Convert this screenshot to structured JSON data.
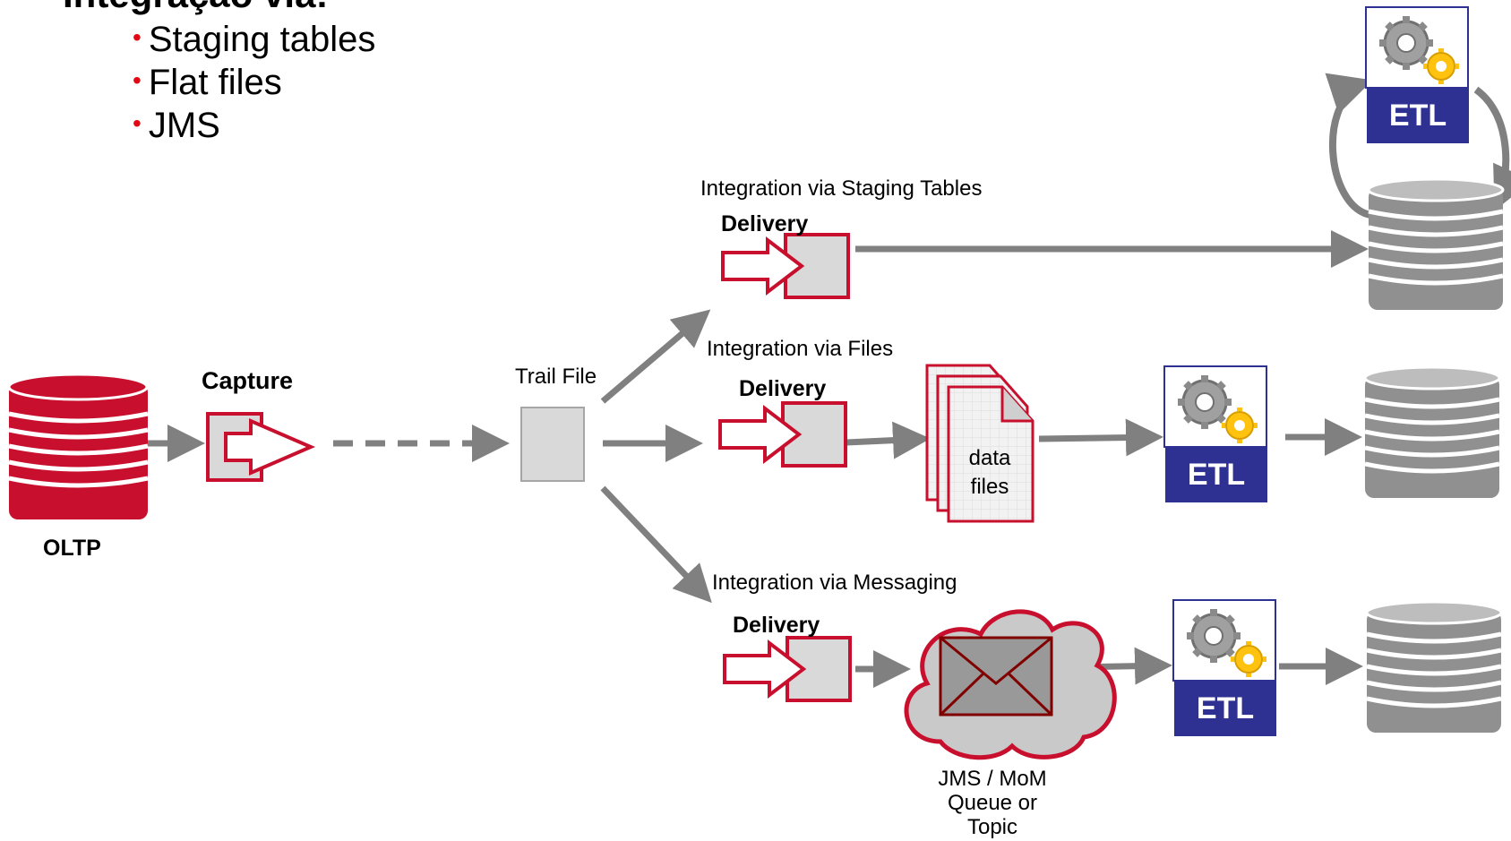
{
  "heading": "Integração via:",
  "bullets": [
    "Staging tables",
    "Flat files",
    "JMS"
  ],
  "labels": {
    "oltp": "OLTP",
    "capture": "Capture",
    "trail_file": "Trail File",
    "staging": "Integration via Staging Tables",
    "files": "Integration via Files",
    "messaging": "Integration via Messaging",
    "delivery": "Delivery",
    "data_files_1": "data",
    "data_files_2": "files",
    "etl": "ETL",
    "jms_1": "JMS / MoM",
    "jms_2": "Queue or",
    "jms_3": "Topic"
  },
  "colors": {
    "red": "#c8102e",
    "arrow_gray": "#808080",
    "etl_blue": "#2e3192",
    "db_gray": "#909090"
  }
}
